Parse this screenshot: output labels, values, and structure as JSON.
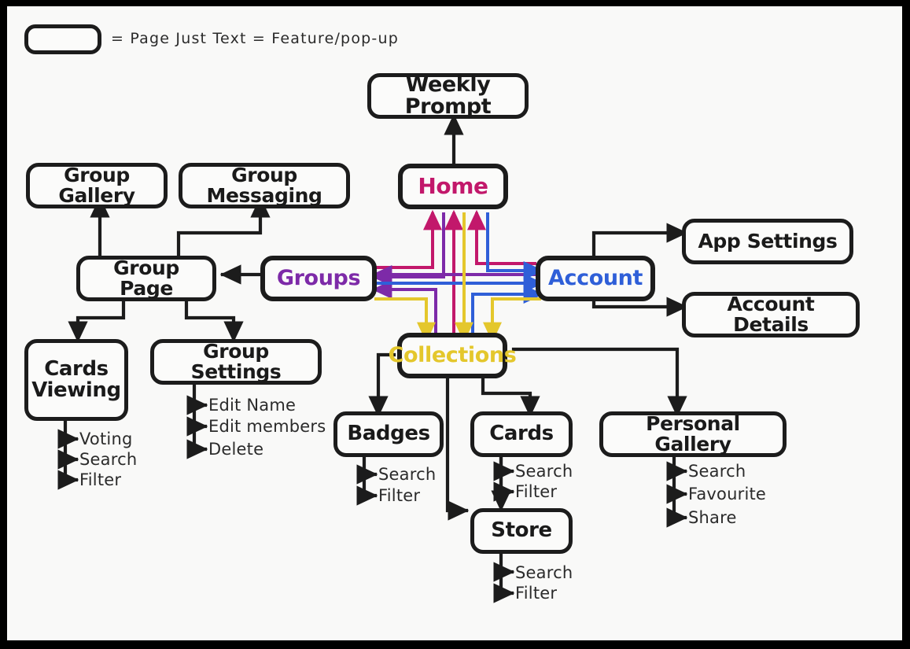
{
  "legend": {
    "box_label": "",
    "text": "=  Page   Just Text  =  Feature/pop-up"
  },
  "colors": {
    "home": "#c2186b",
    "groups": "#7d2aa8",
    "account": "#2f5fd8",
    "collections": "#e4c72c",
    "ink": "#1c1c1c",
    "canvas": "#f9f9f8"
  },
  "nodes": {
    "weekly_prompt": "Weekly Prompt",
    "home": "Home",
    "group_gallery": "Group Gallery",
    "group_messaging": "Group Messaging",
    "group_page": "Group Page",
    "groups": "Groups",
    "account": "Account",
    "app_settings": "App Settings",
    "account_details": "Account Details",
    "cards_viewing": "Cards\nViewing",
    "cards_viewing_line1": "Cards",
    "cards_viewing_line2": "Viewing",
    "group_settings": "Group Settings",
    "collections": "Collections",
    "badges": "Badges",
    "cards": "Cards",
    "store": "Store",
    "personal_gallery": "Personal Gallery"
  },
  "features": {
    "cards_viewing": [
      "Voting",
      "Search",
      "Filter"
    ],
    "group_settings": [
      "Edit  Name",
      "Edit  members",
      "Delete"
    ],
    "badges": [
      "Search",
      "Filter"
    ],
    "cards": [
      "Search",
      "Filter"
    ],
    "store": [
      "Search",
      "Filter"
    ],
    "personal_gallery": [
      "Search",
      "Favourite",
      "Share"
    ]
  }
}
